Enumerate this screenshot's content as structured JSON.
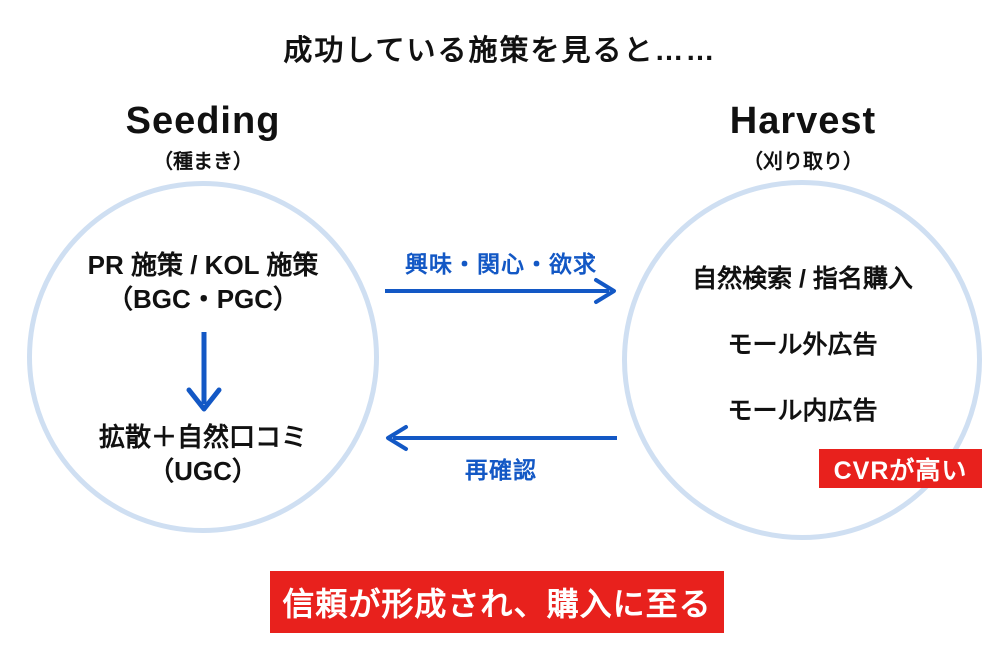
{
  "title": "成功している施策を見ると……",
  "colors": {
    "flow_blue": "#1358c5",
    "circle_border_blue": "#cfdff2",
    "highlight_red": "#e8211d",
    "text_black": "#111111",
    "badge_text_white": "#ffffff"
  },
  "seeding": {
    "heading": "Seeding",
    "subheading": "（種まき）",
    "top_item": {
      "line1": "PR 施策 / KOL 施策",
      "line2": "（BGC・PGC）"
    },
    "bottom_item": {
      "line1": "拡散＋自然口コミ",
      "line2": "（UGC）"
    }
  },
  "harvest": {
    "heading": "Harvest",
    "subheading": "（刈り取り）",
    "items": [
      "自然検索 / 指名購入",
      "モール外広告",
      "モール内広告"
    ],
    "badge": "CVRが高い"
  },
  "flows": {
    "forward_label": "興味・関心・欲求",
    "backward_label": "再確認"
  },
  "footer_banner": "信頼が形成され、購入に至る",
  "icons": {
    "down_arrow": "down-arrow-icon",
    "right_arrow": "right-arrow-icon",
    "left_arrow": "left-arrow-icon"
  }
}
